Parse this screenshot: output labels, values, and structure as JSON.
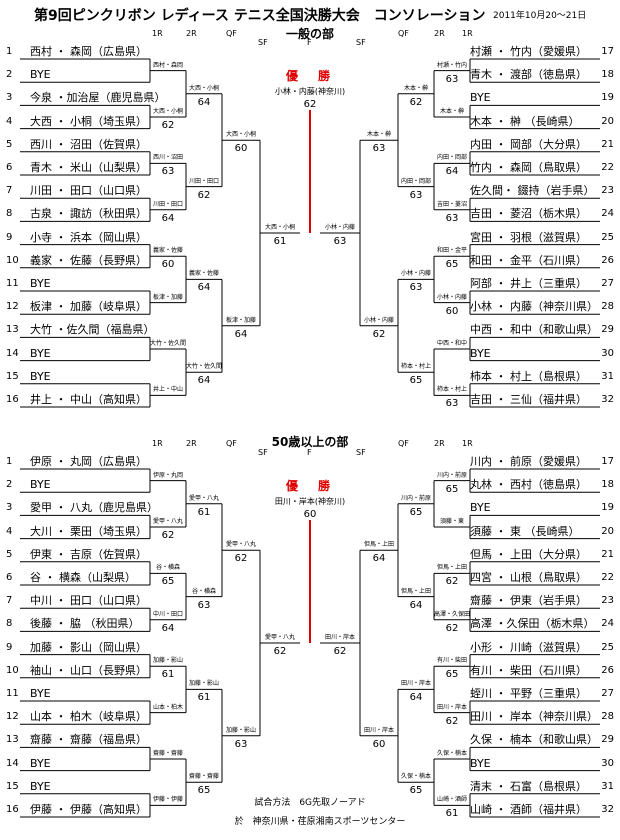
{
  "header": {
    "title": "第9回ピンクリボン レディース テニス全国決勝大会　コンソレーション",
    "date": "2011年10月20～21日"
  },
  "colors": {
    "winner_line": "#e00000",
    "line": "#000000"
  },
  "round_headers_left": [
    "1R",
    "2R",
    "QF",
    "SF"
  ],
  "round_headers_right": [
    "SF",
    "QF",
    "2R",
    "1R"
  ],
  "final_label": "F",
  "winner_label": "優　勝",
  "sections": [
    {
      "title": "一般の部",
      "champion": "小林・内藤(神奈川)",
      "champion_score": "62",
      "left_entries": [
        {
          "num": "1",
          "name": "西村 ・ 森岡（広島県）"
        },
        {
          "num": "2",
          "name": "BYE"
        },
        {
          "num": "3",
          "name": "今泉 ・加治屋（鹿児島県）"
        },
        {
          "num": "4",
          "name": "大西 ・ 小桐（埼玉県）"
        },
        {
          "num": "5",
          "name": "西川 ・ 沼田（佐賀県）"
        },
        {
          "num": "6",
          "name": "青木 ・ 米山（山梨県）"
        },
        {
          "num": "7",
          "name": "川田 ・ 田口（山口県）"
        },
        {
          "num": "8",
          "name": "古泉 ・ 諏訪（秋田県）"
        },
        {
          "num": "9",
          "name": "小寺 ・ 浜本（岡山県）"
        },
        {
          "num": "10",
          "name": "義家 ・ 佐藤（長野県）"
        },
        {
          "num": "11",
          "name": "BYE"
        },
        {
          "num": "12",
          "name": "板津 ・ 加藤（岐阜県）"
        },
        {
          "num": "13",
          "name": "大竹 ・佐久間（福島県）"
        },
        {
          "num": "14",
          "name": "BYE"
        },
        {
          "num": "15",
          "name": "BYE"
        },
        {
          "num": "16",
          "name": "井上 ・ 中山（高知県）"
        }
      ],
      "right_entries": [
        {
          "num": "17",
          "name": "村瀬 ・ 竹内（愛媛県）"
        },
        {
          "num": "18",
          "name": "青木 ・ 渡部（徳島県）"
        },
        {
          "num": "19",
          "name": "BYE"
        },
        {
          "num": "20",
          "name": "木本 ・ 榊 （長崎県）"
        },
        {
          "num": "21",
          "name": "内田 ・ 岡部（大分県）"
        },
        {
          "num": "22",
          "name": "竹内 ・ 森岡（鳥取県）"
        },
        {
          "num": "23",
          "name": "佐久間・ 錣持（岩手県）"
        },
        {
          "num": "24",
          "name": "吉田 ・ 菱沼（栃木県）"
        },
        {
          "num": "25",
          "name": "宮田 ・ 羽根（滋賀県）"
        },
        {
          "num": "26",
          "name": "和田 ・ 金平（石川県）"
        },
        {
          "num": "27",
          "name": "阿部 ・ 井上（三重県）"
        },
        {
          "num": "28",
          "name": "小林 ・ 内藤（神奈川県）"
        },
        {
          "num": "29",
          "name": "中西 ・ 和中（和歌山県）"
        },
        {
          "num": "30",
          "name": "BYE"
        },
        {
          "num": "31",
          "name": "柿本 ・ 村上（島根県）"
        },
        {
          "num": "32",
          "name": "吉田 ・ 三仙（福井県）"
        }
      ],
      "left_r1": [
        {
          "label": "西村・森岡",
          "score": ""
        },
        {
          "label": "大西・小桐",
          "score": "62"
        },
        {
          "label": "西川・沼田",
          "score": "63"
        },
        {
          "label": "川田・田口",
          "score": "64"
        },
        {
          "label": "義家・佐藤",
          "score": "60"
        },
        {
          "label": "板津・加藤",
          "score": ""
        },
        {
          "label": "大竹・佐久間",
          "score": ""
        },
        {
          "label": "井上・中山",
          "score": ""
        }
      ],
      "left_r2": [
        {
          "label": "大西・小桐",
          "score": "64"
        },
        {
          "label": "川田・田口",
          "score": "62"
        },
        {
          "label": "義家・佐藤",
          "score": "64"
        },
        {
          "label": "大竹・佐久間",
          "score": "64"
        }
      ],
      "left_qf": [
        {
          "label": "大西・小桐",
          "score": "60"
        },
        {
          "label": "板津・加藤",
          "score": "64"
        }
      ],
      "left_sf": {
        "label": "大西・小桐",
        "score": "61"
      },
      "right_r1": [
        {
          "label": "村瀬・竹内",
          "score": "63"
        },
        {
          "label": "木本・榊",
          "score": ""
        },
        {
          "label": "内田・岡部",
          "score": "64"
        },
        {
          "label": "吉田・菱沼",
          "score": "63"
        },
        {
          "label": "和田・金平",
          "score": "65"
        },
        {
          "label": "小林・内藤",
          "score": "60"
        },
        {
          "label": "中西・和中",
          "score": ""
        },
        {
          "label": "柿本・村上",
          "score": "63"
        }
      ],
      "right_r2": [
        {
          "label": "木本・榊",
          "score": "62"
        },
        {
          "label": "内田・岡部",
          "score": "63"
        },
        {
          "label": "小林・内藤",
          "score": "63"
        },
        {
          "label": "柿本・村上",
          "score": "65"
        }
      ],
      "right_qf": [
        {
          "label": "木本・榊",
          "score": "63"
        },
        {
          "label": "小林・内藤",
          "score": "62"
        }
      ],
      "right_sf": {
        "label": "小林・内藤",
        "score": "63"
      }
    },
    {
      "title": "50歳以上の部",
      "champion": "田川・岸本(神奈川)",
      "champion_score": "60",
      "left_entries": [
        {
          "num": "1",
          "name": "伊原 ・ 丸岡（広島県）"
        },
        {
          "num": "2",
          "name": "BYE"
        },
        {
          "num": "3",
          "name": "愛甲 ・ 八丸（鹿児島県）"
        },
        {
          "num": "4",
          "name": "大川 ・ 栗田（埼玉県）"
        },
        {
          "num": "5",
          "name": "伊東 ・ 吉原（佐賀県）"
        },
        {
          "num": "6",
          "name": "谷 ・ 横森（山梨県）"
        },
        {
          "num": "7",
          "name": "中川 ・ 田口（山口県）"
        },
        {
          "num": "8",
          "name": "後藤 ・ 脇 （秋田県）"
        },
        {
          "num": "9",
          "name": "加藤 ・ 影山（岡山県）"
        },
        {
          "num": "10",
          "name": "袖山 ・ 山口（長野県）"
        },
        {
          "num": "11",
          "name": "BYE"
        },
        {
          "num": "12",
          "name": "山本 ・ 柏木（岐阜県）"
        },
        {
          "num": "13",
          "name": "齋藤 ・ 齋藤（福島県）"
        },
        {
          "num": "14",
          "name": "BYE"
        },
        {
          "num": "15",
          "name": "BYE"
        },
        {
          "num": "16",
          "name": "伊藤 ・ 伊藤（高知県）"
        }
      ],
      "right_entries": [
        {
          "num": "17",
          "name": "川内 ・ 前原（愛媛県）"
        },
        {
          "num": "18",
          "name": "丸林 ・ 西村（徳島県）"
        },
        {
          "num": "19",
          "name": "BYE"
        },
        {
          "num": "20",
          "name": "須藤 ・ 東 （長崎県）"
        },
        {
          "num": "21",
          "name": "但馬 ・ 上田（大分県）"
        },
        {
          "num": "22",
          "name": "四宮 ・ 山根（鳥取県）"
        },
        {
          "num": "23",
          "name": "齋藤 ・ 伊東（岩手県）"
        },
        {
          "num": "24",
          "name": "高澤 ・久保田（栃木県）"
        },
        {
          "num": "25",
          "name": "小形 ・ 川崎（滋賀県）"
        },
        {
          "num": "26",
          "name": "有川 ・ 柴田（石川県）"
        },
        {
          "num": "27",
          "name": "蛭川 ・ 平野（三重県）"
        },
        {
          "num": "28",
          "name": "田川 ・ 岸本（神奈川県）"
        },
        {
          "num": "29",
          "name": "久保 ・ 楠本（和歌山県）"
        },
        {
          "num": "30",
          "name": "BYE"
        },
        {
          "num": "31",
          "name": "清末 ・ 石富（島根県）"
        },
        {
          "num": "32",
          "name": "山崎 ・ 酒師（福井県）"
        }
      ],
      "left_r1": [
        {
          "label": "伊原・丸岡",
          "score": ""
        },
        {
          "label": "愛甲・八丸",
          "score": "62"
        },
        {
          "label": "谷・横森",
          "score": "65"
        },
        {
          "label": "中川・田口",
          "score": "64"
        },
        {
          "label": "加藤・影山",
          "score": "61"
        },
        {
          "label": "山本・柏木",
          "score": ""
        },
        {
          "label": "齋藤・齋藤",
          "score": ""
        },
        {
          "label": "伊藤・伊藤",
          "score": ""
        }
      ],
      "left_r2": [
        {
          "label": "愛甲・八丸",
          "score": "61"
        },
        {
          "label": "谷・横森",
          "score": "63"
        },
        {
          "label": "加藤・影山",
          "score": "61"
        },
        {
          "label": "齋藤・齋藤",
          "score": "65"
        }
      ],
      "left_qf": [
        {
          "label": "愛甲・八丸",
          "score": "62"
        },
        {
          "label": "加藤・影山",
          "score": "63"
        }
      ],
      "left_sf": {
        "label": "愛甲・八丸",
        "score": "62"
      },
      "right_r1": [
        {
          "label": "川内・前原",
          "score": "65"
        },
        {
          "label": "須藤・東",
          "score": ""
        },
        {
          "label": "但馬・上田",
          "score": "62"
        },
        {
          "label": "高澤・久保田",
          "score": "62"
        },
        {
          "label": "有川・柴田",
          "score": "65"
        },
        {
          "label": "田川・岸本",
          "score": "62"
        },
        {
          "label": "久保・楠本",
          "score": ""
        },
        {
          "label": "山崎・酒師",
          "score": "61"
        }
      ],
      "right_r2": [
        {
          "label": "川内・前原",
          "score": "65"
        },
        {
          "label": "但馬・上田",
          "score": "64"
        },
        {
          "label": "田川・岸本",
          "score": "64"
        },
        {
          "label": "久保・楠本",
          "score": "65"
        }
      ],
      "right_qf": [
        {
          "label": "但馬・上田",
          "score": "64"
        },
        {
          "label": "田川・岸本",
          "score": "60"
        }
      ],
      "right_sf": {
        "label": "田川・岸本",
        "score": "62"
      }
    }
  ],
  "footer": {
    "method": "試合方法　6G先取ノーアド",
    "venue": "於　神奈川県・荏原湘南スポーツセンター"
  }
}
